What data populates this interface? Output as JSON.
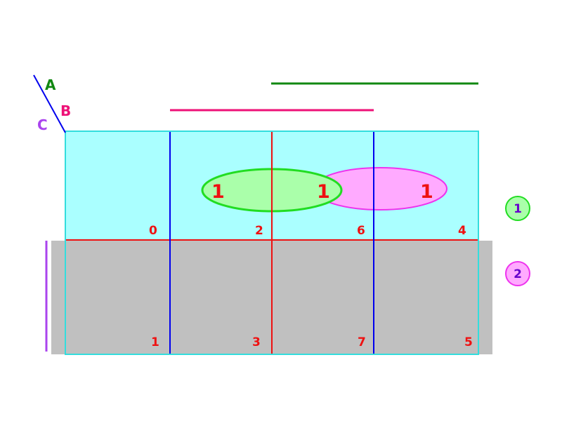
{
  "variables": {
    "a": "A",
    "b": "B",
    "c": "C"
  },
  "cells": {
    "top": [
      "0",
      "2",
      "6",
      "4"
    ],
    "bottom": [
      "1",
      "3",
      "7",
      "5"
    ]
  },
  "values": [
    "1",
    "1",
    "1"
  ],
  "groups": [
    {
      "label": "1",
      "color": "#22dd22",
      "fill": "#aaffaa"
    },
    {
      "label": "2",
      "color": "#ee33ee",
      "fill": "#ffaaff"
    }
  ],
  "colors": {
    "top_row": "#aaffff",
    "bottom_row": "#c0c0c0",
    "frame": "#33dddd",
    "red_line": "#ee1111",
    "blue_line": "#0000ee",
    "var_a": "#118811",
    "var_b": "#ee1177",
    "var_c": "#aa44ee",
    "text": "#ee1111",
    "legend_text": "#6600cc"
  }
}
